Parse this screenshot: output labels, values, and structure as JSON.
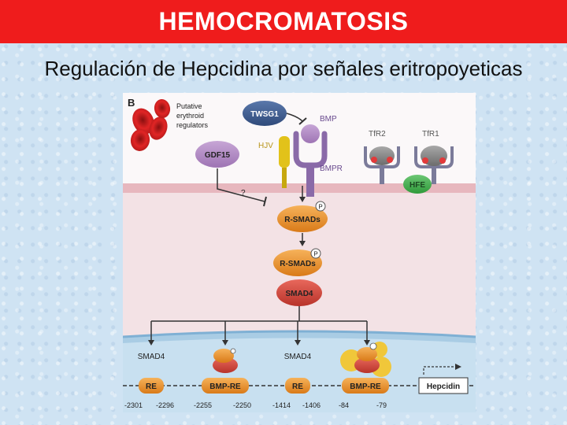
{
  "slide": {
    "title": "HEMOCROMATOSIS",
    "subtitle": "Regulación de Hepcidina por señales eritropoyeticas"
  },
  "diagram": {
    "panel_label": "B",
    "erythroid_label": [
      "Putative",
      "erythroid",
      "regulators"
    ],
    "twsg1": "TWSG1",
    "gdf15": "GDF15",
    "bmp": "BMP",
    "hjv": "HJV",
    "bmpr": "BMPR",
    "question": "?",
    "tfr2": "TfR2",
    "tfr1": "TfR1",
    "hfe": "HFE",
    "phospho": "P",
    "rsmads": "R-SMADs",
    "smad4": "SMAD4",
    "smad4_left": "SMAD4",
    "smad4_mid": "SMAD4",
    "re1": "RE",
    "bmpre1": "BMP-RE",
    "re2": "RE",
    "bmpre2": "BMP-RE",
    "hepcidin": "Hepcidin",
    "positions": [
      "-2301",
      "-2296",
      "-2255",
      "-2250",
      "-1414",
      "-1406",
      "-84",
      "-79"
    ]
  },
  "colors": {
    "title_bg": "#ef1c1c",
    "twsg1": "#3e5a8c",
    "gdf15": "#b388c4",
    "hjv": "#e2c21a",
    "bmp": "#a98bd1",
    "rsmads": "#e9902a",
    "smad4": "#d0453a",
    "hfe": "#3fae4a",
    "receptor": "#8f8f8f"
  }
}
